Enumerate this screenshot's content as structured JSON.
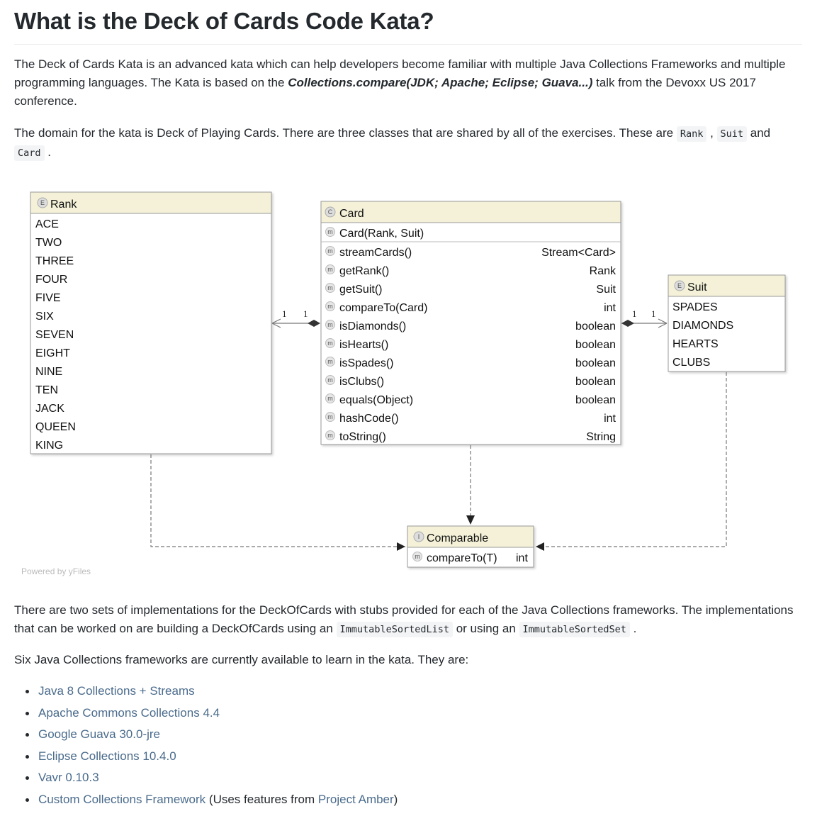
{
  "heading": "What is the Deck of Cards Code Kata?",
  "intro": {
    "part1": "The Deck of Cards Kata is an advanced kata which can help developers become familiar with multiple Java Collections Frameworks and multiple programming languages. The Kata is based on the ",
    "emphasis": "Collections.compare(JDK; Apache; Eclipse; Guava...)",
    "part2": " talk from the Devoxx US 2017 conference."
  },
  "domain": {
    "part1": "The domain for the kata is Deck of Playing Cards. There are three classes that are shared by all of the exercises. These are ",
    "code1": "Rank",
    "sep1": " , ",
    "code2": "Suit",
    "sep2": " and ",
    "code3": "Card",
    "end": " ."
  },
  "uml": {
    "rank": {
      "badge": "E",
      "title": "Rank",
      "values": [
        "ACE",
        "TWO",
        "THREE",
        "FOUR",
        "FIVE",
        "SIX",
        "SEVEN",
        "EIGHT",
        "NINE",
        "TEN",
        "JACK",
        "QUEEN",
        "KING"
      ]
    },
    "card": {
      "badge": "C",
      "title": "Card",
      "constructor": {
        "badge": "m",
        "name": "Card(Rank, Suit)"
      },
      "methods": [
        {
          "badge": "m",
          "name": "streamCards()",
          "type": "Stream<Card>"
        },
        {
          "badge": "m",
          "name": "getRank()",
          "type": "Rank"
        },
        {
          "badge": "m",
          "name": "getSuit()",
          "type": "Suit"
        },
        {
          "badge": "m",
          "name": "compareTo(Card)",
          "type": "int"
        },
        {
          "badge": "m",
          "name": "isDiamonds()",
          "type": "boolean"
        },
        {
          "badge": "m",
          "name": "isHearts()",
          "type": "boolean"
        },
        {
          "badge": "m",
          "name": "isSpades()",
          "type": "boolean"
        },
        {
          "badge": "m",
          "name": "isClubs()",
          "type": "boolean"
        },
        {
          "badge": "m",
          "name": "equals(Object)",
          "type": "boolean"
        },
        {
          "badge": "m",
          "name": "hashCode()",
          "type": "int"
        },
        {
          "badge": "m",
          "name": "toString()",
          "type": "String"
        }
      ]
    },
    "suit": {
      "badge": "E",
      "title": "Suit",
      "values": [
        "SPADES",
        "DIAMONDS",
        "HEARTS",
        "CLUBS"
      ]
    },
    "comparable": {
      "badge": "I",
      "title": "Comparable",
      "method": {
        "badge": "m",
        "name": "compareTo(T)",
        "type": "int"
      }
    },
    "multiplicities": {
      "rank_end": "1",
      "rank_card_end": "1",
      "card_suit_end": "1",
      "suit_end": "1"
    },
    "powered_by": "Powered by yFiles",
    "colors": {
      "header": "#f4f1d8",
      "border": "#9a9a9a",
      "line": "#777777"
    }
  },
  "impl": {
    "part1": "There are two sets of implementations for the DeckOfCards with stubs provided for each of the Java Collections frameworks. The implementations that can be worked on are building a DeckOfCards using an ",
    "code1": "ImmutableSortedList",
    "mid": " or using an ",
    "code2": "ImmutableSortedSet",
    "end": " ."
  },
  "frameworks_intro": "Six Java Collections frameworks are currently available to learn in the kata. They are:",
  "frameworks": [
    "Java 8 Collections + Streams",
    "Apache Commons Collections 4.4",
    "Google Guava 30.0-jre",
    "Eclipse Collections 10.4.0",
    "Vavr 0.10.3"
  ],
  "last_item": {
    "link1": "Custom Collections Framework",
    "mid": " (Uses features from ",
    "link2": "Project Amber",
    "end": ")"
  }
}
